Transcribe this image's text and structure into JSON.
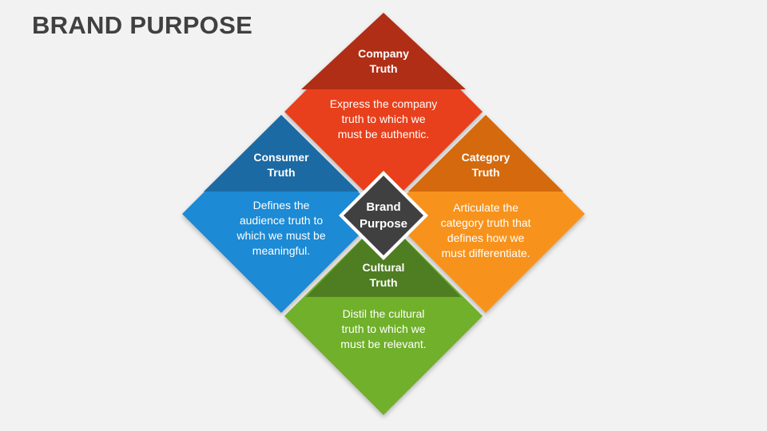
{
  "title": "BRAND PURPOSE",
  "center": {
    "line1": "Brand",
    "line2": "Purpose",
    "color": "#404040"
  },
  "quadrants": [
    {
      "key": "company",
      "label_line1": "Company",
      "label_line2": "Truth",
      "desc": [
        "Express the company",
        "truth to which we",
        "must be authentic."
      ],
      "color": "#e8401c",
      "header_color": "#b02e14"
    },
    {
      "key": "consumer",
      "label_line1": "Consumer",
      "label_line2": "Truth",
      "desc": [
        "Defines the",
        "audience truth to",
        "which we must be",
        "meaningful."
      ],
      "color": "#1a8ad4",
      "header_color": "#1f6aa3"
    },
    {
      "key": "category",
      "label_line1": "Category",
      "label_line2": "Truth",
      "desc": [
        "Articulate the",
        "category truth that",
        "defines how we",
        "must differentiate."
      ],
      "color": "#f7931e",
      "header_color": "#d46a08"
    },
    {
      "key": "cultural",
      "label_line1": "Cultural",
      "label_line2": "Truth",
      "desc": [
        "Distil the cultural",
        "truth to which we",
        "must be relevant."
      ],
      "color": "#70b02c",
      "header_color": "#4f7e22"
    }
  ]
}
